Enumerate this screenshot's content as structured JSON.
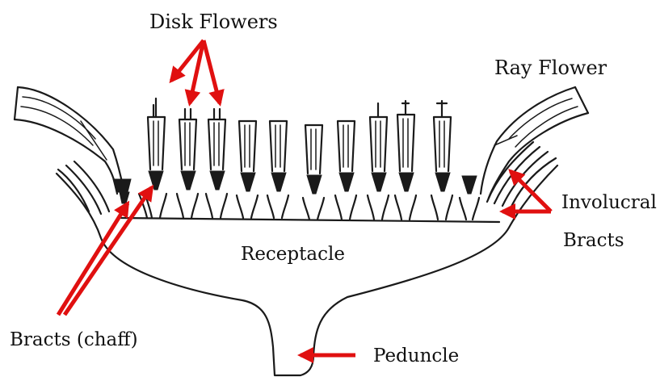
{
  "labels": {
    "disk_flowers": "Disk Flowers",
    "ray_flower": "Ray Flower",
    "involucral_line1": "Involucral",
    "involucral_line2": "Bracts",
    "receptacle": "Receptacle",
    "bracts_chaff": "Bracts (chaff)",
    "peduncle": "Peduncle"
  },
  "colors": {
    "arrow": "#e01010",
    "ink": "#1a1a1a",
    "background": "#ffffff"
  }
}
